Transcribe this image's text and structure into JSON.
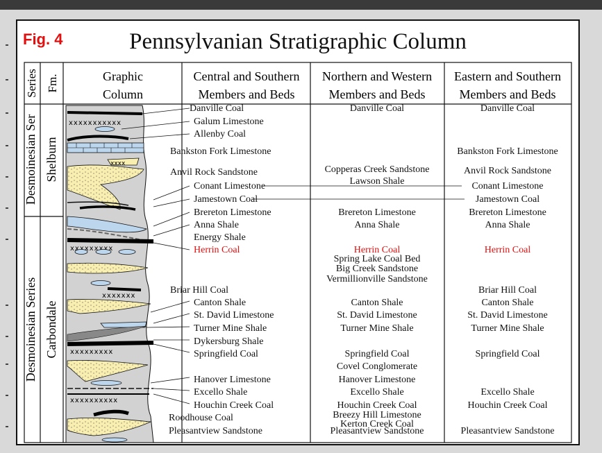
{
  "figure": {
    "label": "Fig. 4",
    "title": "Pennsylvanian Stratigraphic Column"
  },
  "headers": {
    "series": "Series",
    "formation": "Fm.",
    "graphic": [
      "Graphic",
      "Column"
    ],
    "central": [
      "Central and Southern",
      "Members and Beds"
    ],
    "northern": [
      "Northern and Western",
      "Members and Beds"
    ],
    "eastern": [
      "Eastern and Southern",
      "Members and Beds"
    ]
  },
  "series_labels": {
    "upper": "Desmoinesian Ser",
    "lower": "Desmoinesian Series"
  },
  "formations": {
    "upper": "Shelburn",
    "lower": "Carbondale"
  },
  "colors": {
    "highlight": "#e01010",
    "sandstone": "#f7eeb0",
    "limestone": "#bcd6ee",
    "coal": "#000000",
    "shale": "#d2d2d2"
  },
  "central_units": [
    "Danville Coal",
    "Galum Limestone",
    "Allenby Coal",
    "Bankston Fork Limestone",
    "Anvil Rock Sandstone",
    "Conant Limestone",
    "Jamestown Coal",
    "Brereton Limestone",
    "Anna Shale",
    "Energy Shale",
    "Herrin Coal",
    "Briar Hill Coal",
    "Canton Shale",
    "St. David Limestone",
    "Turner Mine Shale",
    "Dykersburg Shale",
    "Springfield Coal",
    "Hanover Limestone",
    "Excello Shale",
    "Houchin Creek Coal",
    "Roodhouse Coal",
    "Pleasantview Sandstone"
  ],
  "northern_units": [
    "Danville Coal",
    "Copperas Creek Sandstone",
    "Lawson Shale",
    "Brereton Limestone",
    "Anna Shale",
    "Herrin Coal",
    "Spring Lake Coal Bed",
    "Big Creek Sandstone",
    "Vermillionville Sandstone",
    "Canton Shale",
    "St. David Limestone",
    "Turner Mine Shale",
    "Springfield Coal",
    "Covel Conglomerate",
    "Hanover Limestone",
    "Excello Shale",
    "Houchin Creek Coal",
    "Breezy Hill Limestone",
    "Kerton Creek Coal",
    "Pleasantview Sandstone"
  ],
  "eastern_units": [
    "Danville Coal",
    "Bankston Fork Limestone",
    "Anvil Rock Sandstone",
    "Conant Limestone",
    "Jamestown Coal",
    "Brereton Limestone",
    "Anna Shale",
    "Herrin Coal",
    "Briar Hill Coal",
    "Canton Shale",
    "St. David Limestone",
    "Turner Mine Shale",
    "Springfield Coal",
    "Excello Shale",
    "Houchin Creek Coal",
    "Pleasantview Sandstone"
  ],
  "highlighted_unit": "Herrin Coal"
}
